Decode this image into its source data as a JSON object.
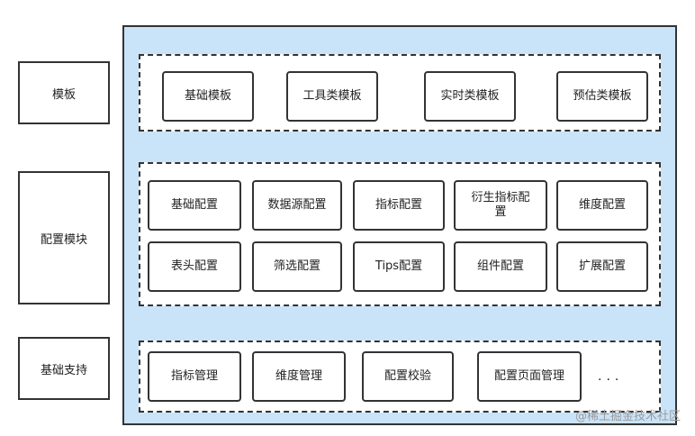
{
  "side_labels": {
    "templates": "模板",
    "config_modules": "配置模块",
    "foundation": "基础支持"
  },
  "templates": [
    "基础模板",
    "工具类模板",
    "实时类模板",
    "预估类模板"
  ],
  "config_modules": {
    "row1": [
      "基础配置",
      "数据源配置",
      "指标配置",
      "衍生指标配置",
      "维度配置"
    ],
    "row2": [
      "表头配置",
      "筛选配置",
      "Tips配置",
      "组件配置",
      "扩展配置"
    ]
  },
  "foundation": {
    "items": [
      "指标管理",
      "维度管理",
      "配置校验",
      "配置页面管理"
    ],
    "more": "..."
  },
  "watermark": "@稀土掘金技术社区"
}
